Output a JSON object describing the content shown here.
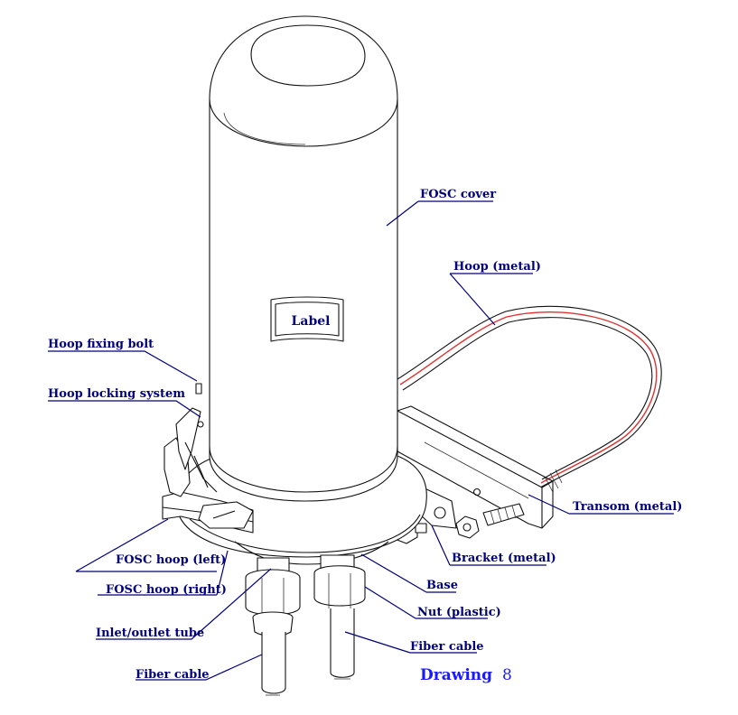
{
  "diagram": {
    "label_text": "Label",
    "drawing_caption": "Drawing",
    "drawing_number": "8",
    "colors": {
      "label_text": "#00007a",
      "leader_line": "#00007a",
      "caption": "#1a1aff",
      "hoop_accent": "#e03030",
      "ink": "#111111"
    },
    "callouts": [
      {
        "id": "fosc-cover",
        "text": "FOSC cover"
      },
      {
        "id": "hoop-metal",
        "text": "Hoop (metal)"
      },
      {
        "id": "hoop-fixing-bolt",
        "text": "Hoop fixing bolt"
      },
      {
        "id": "hoop-locking-system",
        "text": "Hoop locking system"
      },
      {
        "id": "transom-metal",
        "text": "Transom (metal)"
      },
      {
        "id": "bracket-metal",
        "text": "Bracket (metal)"
      },
      {
        "id": "fosc-hoop-left",
        "text": "FOSC hoop (left)"
      },
      {
        "id": "fosc-hoop-right",
        "text": "FOSC hoop (right)"
      },
      {
        "id": "base",
        "text": "Base"
      },
      {
        "id": "nut-plastic",
        "text": "Nut (plastic)"
      },
      {
        "id": "inlet-outlet-tube",
        "text": "Inlet/outlet tube"
      },
      {
        "id": "fiber-cable-right",
        "text": "Fiber cable"
      },
      {
        "id": "fiber-cable-left",
        "text": "Fiber cable"
      }
    ]
  }
}
